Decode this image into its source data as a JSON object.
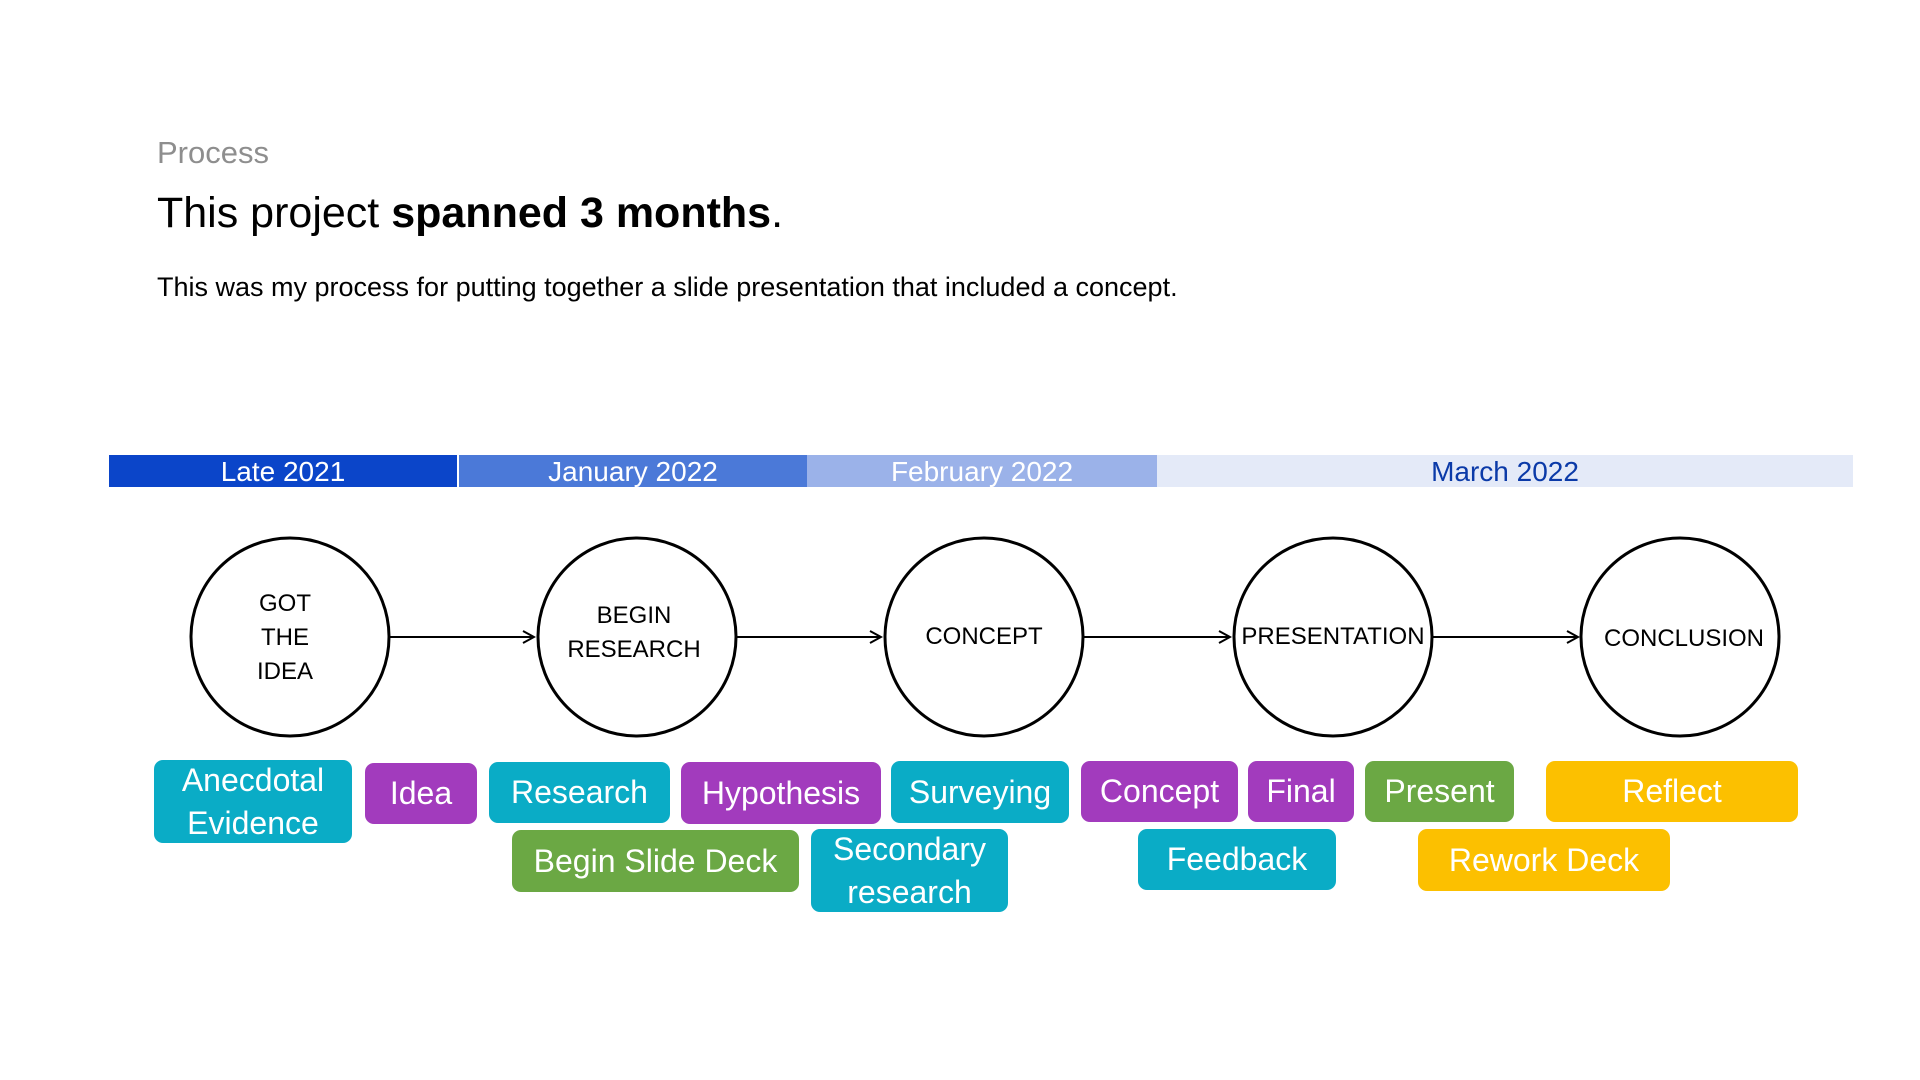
{
  "header": {
    "eyebrow": "Process",
    "headline_plain": "This project ",
    "headline_bold": "spanned 3 months",
    "headline_end": ".",
    "description": "This was my process for putting together a slide presentation that included a concept."
  },
  "timeline": [
    {
      "label": "Late 2021",
      "color": "#0b45c9"
    },
    {
      "label": "January 2022",
      "color": "#4b79d8"
    },
    {
      "label": "February 2022",
      "color": "#9bb2e9"
    },
    {
      "label": "March 2022",
      "color": "#e4eaf8"
    }
  ],
  "stages": [
    {
      "lines": [
        "GOT",
        "THE",
        "IDEA"
      ]
    },
    {
      "lines": [
        "BEGIN",
        "RESEARCH"
      ]
    },
    {
      "lines": [
        "CONCEPT"
      ]
    },
    {
      "lines": [
        "PRESENTATION"
      ]
    },
    {
      "lines": [
        "CONCLUSION"
      ]
    }
  ],
  "tags": [
    {
      "lines": [
        "Anecdotal",
        "Evidence"
      ],
      "color": "teal"
    },
    {
      "lines": [
        "Idea"
      ],
      "color": "purple"
    },
    {
      "lines": [
        "Research"
      ],
      "color": "teal"
    },
    {
      "lines": [
        "Hypothesis"
      ],
      "color": "purple"
    },
    {
      "lines": [
        "Surveying"
      ],
      "color": "teal"
    },
    {
      "lines": [
        "Concept"
      ],
      "color": "purple"
    },
    {
      "lines": [
        "Final"
      ],
      "color": "purple"
    },
    {
      "lines": [
        "Present"
      ],
      "color": "green"
    },
    {
      "lines": [
        "Reflect"
      ],
      "color": "yellow"
    },
    {
      "lines": [
        "Begin Slide Deck"
      ],
      "color": "green"
    },
    {
      "lines": [
        "Secondary",
        "research"
      ],
      "color": "teal"
    },
    {
      "lines": [
        "Feedback"
      ],
      "color": "teal"
    },
    {
      "lines": [
        "Rework Deck"
      ],
      "color": "yellow"
    }
  ],
  "colors": {
    "teal": "#0aacc6",
    "purple": "#a23bbd",
    "green": "#6ba844",
    "yellow": "#fcc000"
  }
}
